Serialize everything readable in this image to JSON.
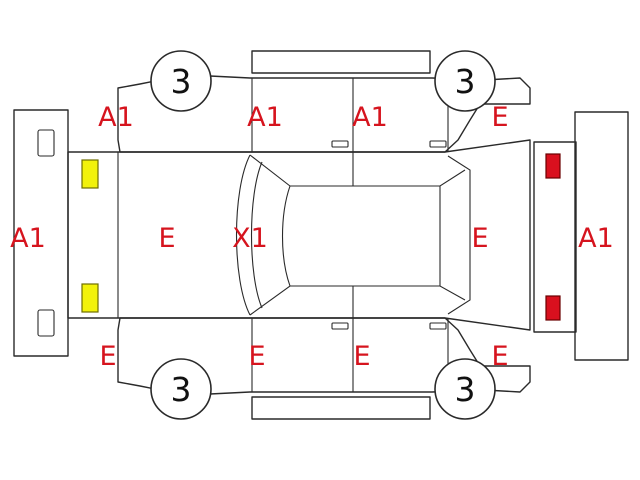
{
  "colors": {
    "line": "#2a2a2a",
    "code_text": "#d6141e",
    "wheel_text": "#111111",
    "front_lamp_fill": "#f2f20a",
    "front_lamp_stroke": "#6e6e00",
    "rear_lamp_fill": "#d9101e",
    "rear_lamp_stroke": "#6a0000"
  },
  "wheels": {
    "front_top": "3",
    "rear_top": "3",
    "front_bottom": "3",
    "rear_bottom": "3"
  },
  "codes": {
    "front_bumper": "A1",
    "front_fender_top": "A1",
    "front_door_top": "A1",
    "rear_door_top": "A1",
    "rear_fender_top": "E",
    "hood": "E",
    "windshield": "X1",
    "tailgate": "E",
    "rear_bumper": "A1",
    "front_fender_bottom": "E",
    "front_door_bottom": "E",
    "rear_door_bottom": "E",
    "rear_fender_bottom": "E"
  },
  "lamps": {
    "headlights": "front-lamp-yellow",
    "taillights": "rear-lamp-red"
  }
}
